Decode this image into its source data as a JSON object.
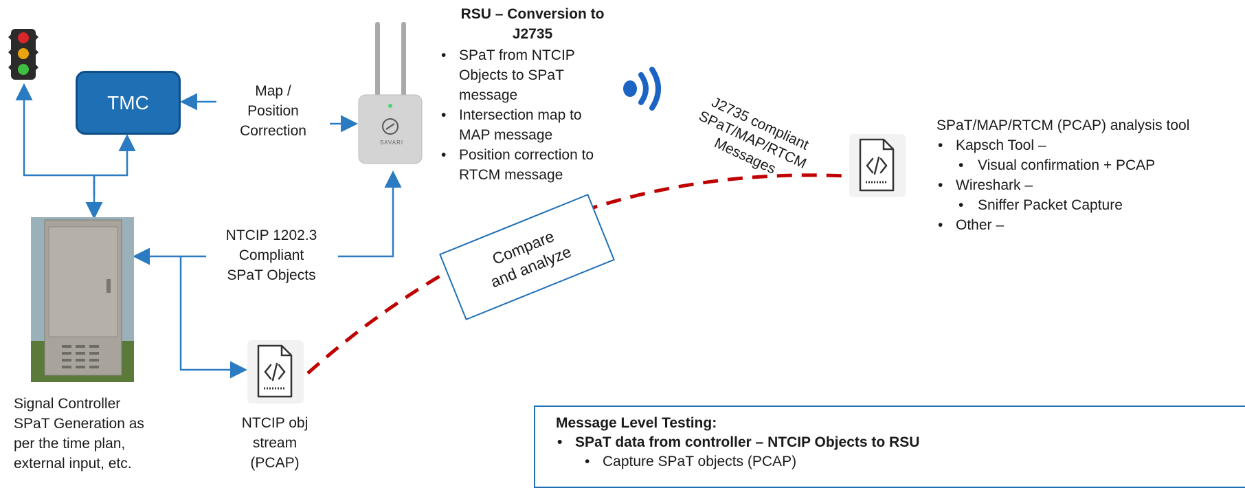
{
  "tmc": {
    "label": "TMC"
  },
  "map_position": {
    "lines": [
      "Map /",
      "Position",
      "Correction"
    ]
  },
  "ntcip_objects": {
    "lines": [
      "NTCIP 1202.3",
      "Compliant",
      "SPaT Objects"
    ]
  },
  "rsu": {
    "title_lines": [
      "RSU – Conversion to",
      "J2735"
    ],
    "bullets": [
      [
        "SPaT from NTCIP",
        "Objects to SPaT",
        "message"
      ],
      [
        "Intersection map to",
        "MAP message"
      ],
      [
        "Position correction to",
        "RTCM message"
      ]
    ]
  },
  "rsu_device": {
    "brand_text": "SAVARI"
  },
  "j2735": {
    "lines": [
      "J2735 compliant",
      "SPaT/MAP/RTCM",
      "Messages"
    ]
  },
  "analysis_tool": {
    "title": "SPaT/MAP/RTCM (PCAP) analysis tool",
    "items": [
      {
        "label": "Kapsch Tool –",
        "sub": "Visual confirmation + PCAP"
      },
      {
        "label": "Wireshark –",
        "sub": "Sniffer Packet Capture"
      },
      {
        "label": "Other –",
        "sub": ""
      }
    ]
  },
  "compare": {
    "lines": [
      "Compare",
      "and analyze"
    ]
  },
  "signal_controller": {
    "lines": [
      "Signal Controller",
      "SPaT Generation as",
      "per the time plan,",
      "external input, etc."
    ]
  },
  "ntcip_stream": {
    "lines": [
      "NTCIP obj",
      "stream",
      "(PCAP)"
    ]
  },
  "testing": {
    "title": "Message Level Testing:",
    "bullet1": "SPaT data from controller – NTCIP Objects to RSU",
    "bullet2": "Capture SPaT objects (PCAP)"
  },
  "colors": {
    "arrow": "#2a7bc2",
    "dashed": "#c00000",
    "tmc_fill": "#1f6fb5"
  },
  "icons": {
    "traffic_light": "traffic-light-icon",
    "wireless": "wireless-signal-icon",
    "code_file": "code-file-icon",
    "cabinet": "signal-cabinet-image",
    "rsu": "rsu-device-image"
  }
}
